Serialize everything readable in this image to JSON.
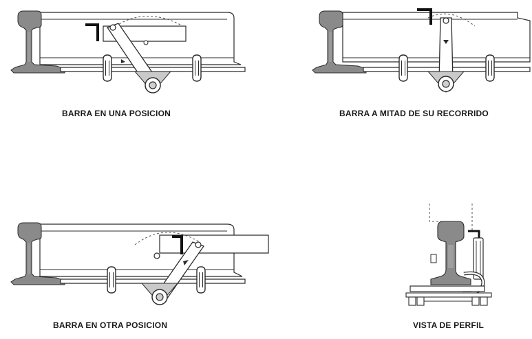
{
  "captions": {
    "top_left": "BARRA EN UNA POSICION",
    "top_right": "BARRA A MITAD DE SU RECORRIDO",
    "bottom_left": "BARRA EN OTRA POSICION",
    "bottom_right": "VISTA DE PERFIL"
  },
  "colors": {
    "rail_fill": "#8a8a8a",
    "rail_light": "#a6a6a6",
    "line": "#2b2b2b",
    "black_bar": "#111111"
  }
}
